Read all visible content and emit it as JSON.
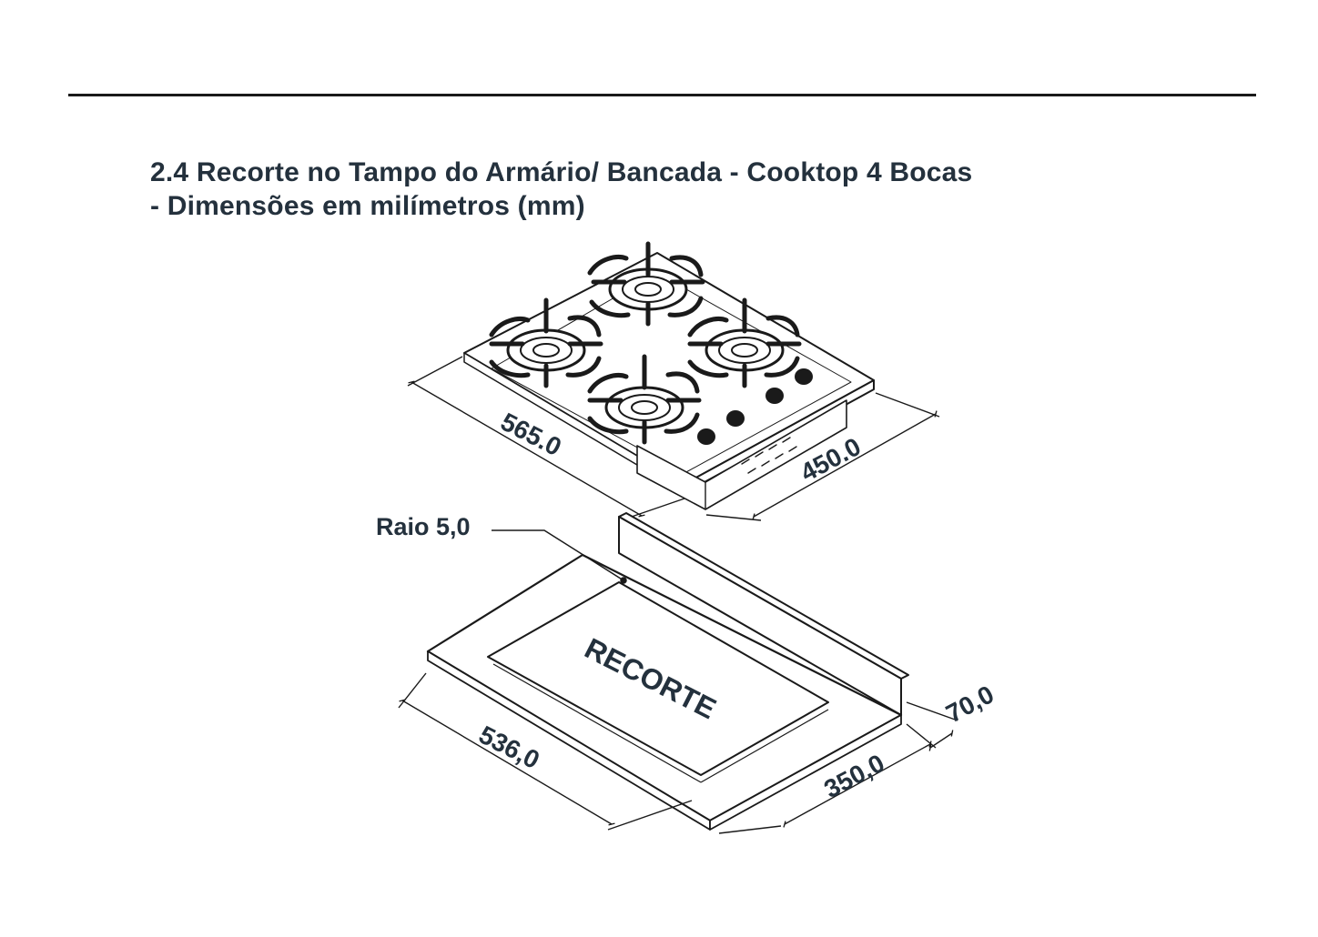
{
  "header": {
    "title_line1": "2.4 Recorte no Tampo do Armário/ Bancada - Cooktop 4 Bocas",
    "title_line2": "- Dimensões em milímetros (mm)"
  },
  "cooktop": {
    "width_label": "565.0",
    "depth_label": "450.0",
    "burner_count": 4,
    "knob_count": 4
  },
  "cutout": {
    "radius_label": "Raio 5,0",
    "area_label": "RECORTE",
    "width_label": "536,0",
    "depth_label": "350,0",
    "offset_label": "70,0"
  },
  "colors": {
    "ink": "#1a1a1a",
    "text": "#24313d",
    "panel": "#ffffff"
  }
}
